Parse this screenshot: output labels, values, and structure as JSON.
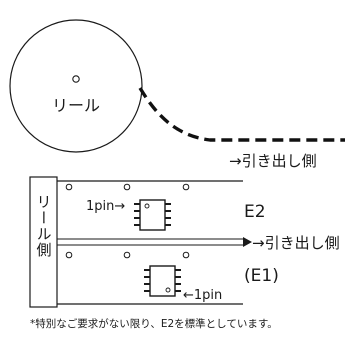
{
  "reel": {
    "label": "リール"
  },
  "feed_direction_top": "→引き出し側",
  "side_label": "リール側",
  "upper_tape": {
    "pin_label": "1pin→",
    "variant_label": "E2"
  },
  "middle_arrow_label": "→引き出し側",
  "lower_tape": {
    "variant_label": "(E1)",
    "pin_label": "←1pin"
  },
  "footnote": "*特別なご要求がない限り、E2を標準としています。"
}
